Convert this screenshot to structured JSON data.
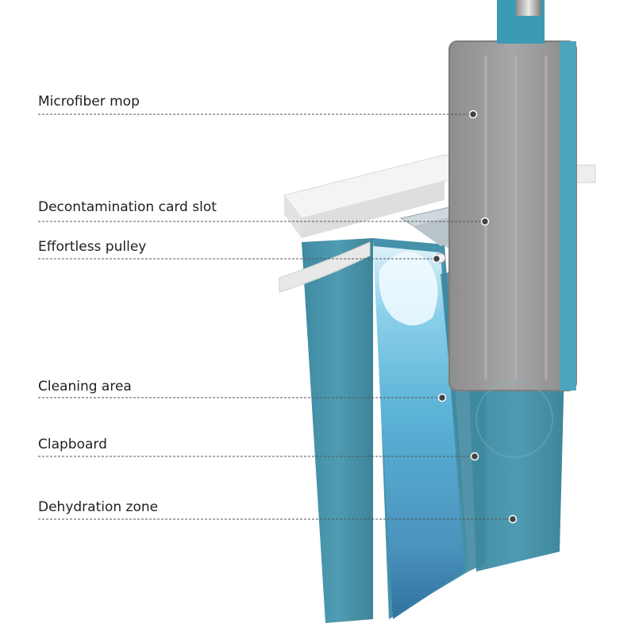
{
  "diagram": {
    "colors": {
      "bucket": "#4a97ad",
      "bucket_dark": "#3b8097",
      "water": "#6cc0e0",
      "mop_pad": "#9a9a9a",
      "handle": "#3d9ab5",
      "lid": "#f4f4f4"
    },
    "callouts": [
      {
        "id": "microfiber-mop",
        "label": "Microfiber mop"
      },
      {
        "id": "decontamination-card-slot",
        "label": "Decontamination card slot"
      },
      {
        "id": "effortless-pulley",
        "label": "Effortless pulley"
      },
      {
        "id": "cleaning-area",
        "label": "Cleaning area"
      },
      {
        "id": "clapboard",
        "label": "Clapboard"
      },
      {
        "id": "dehydration-zone",
        "label": "Dehydration zone"
      }
    ]
  }
}
